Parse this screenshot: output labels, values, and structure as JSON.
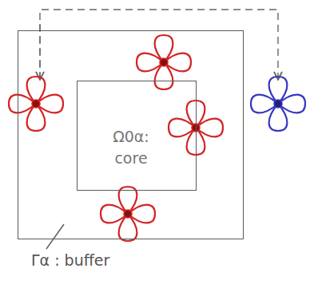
{
  "diagram": {
    "nodes": [
      {
        "text": [
          "Γα : buffer"
        ]
      },
      {
        "text": [
          "Ω0α: core"
        ],
        "in": 0
      }
    ]
  }
}
